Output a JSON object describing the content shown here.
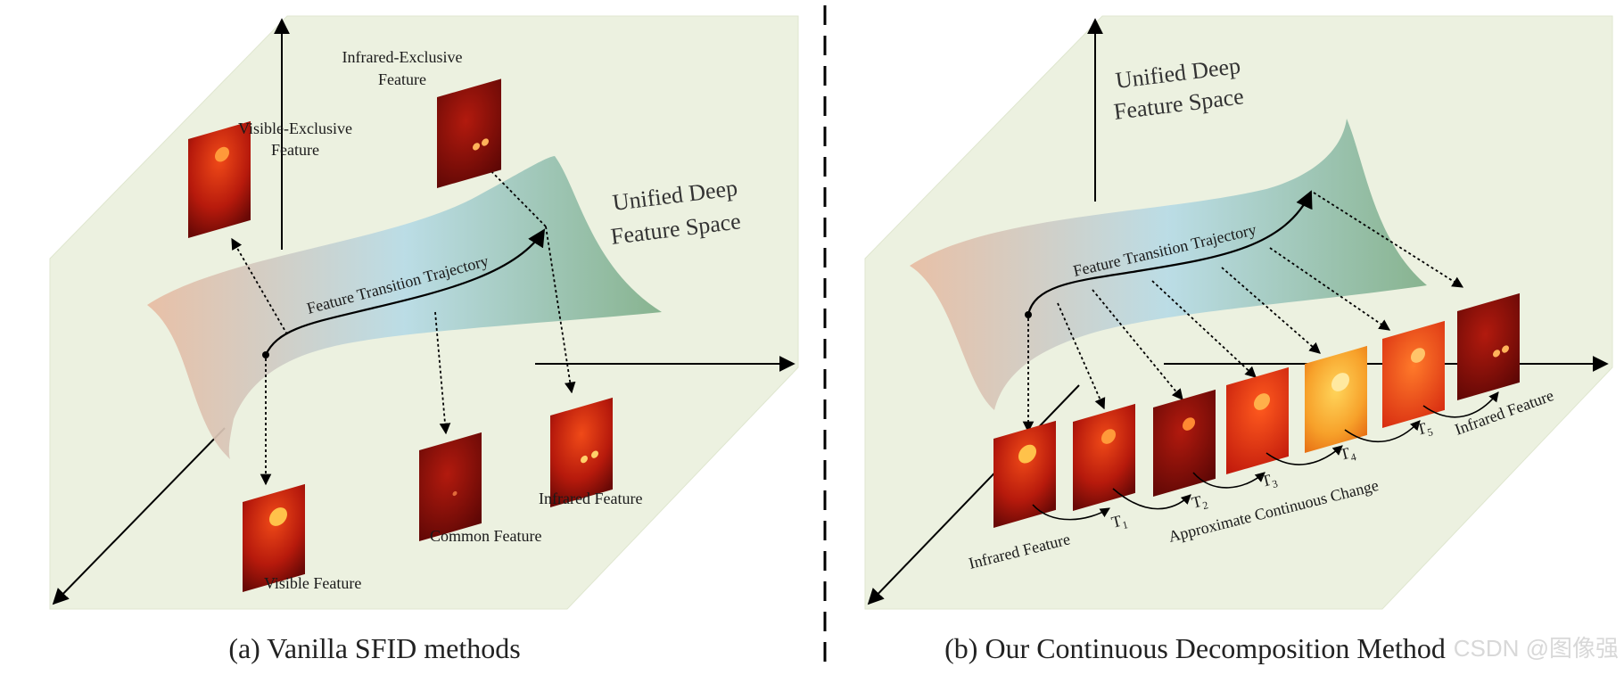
{
  "colors": {
    "plane": "#ecf1e0",
    "plane_edge": "#dfe6cf",
    "surface_left": "#e8bca2",
    "surface_mid": "#b7dbe6",
    "surface_right": "#7fae88",
    "feat_dark": "#7a0c08",
    "feat_mid": "#c8220d",
    "feat_bright": "#f7a12a"
  },
  "icons": {
    "feature_map": "heatmap-tile-icon",
    "arrowhead": "arrowhead-icon"
  },
  "left": {
    "space_title_1": "Unified Deep",
    "space_title_2": "Feature Space",
    "trajectory": "Feature Transition Trajectory",
    "infrared_exclusive_1": "Infrared-Exclusive",
    "infrared_exclusive_2": "Feature",
    "visible_exclusive_1": "Visible-Exclusive",
    "visible_exclusive_2": "Feature",
    "visible_feature": "Visible Feature",
    "common_feature": "Common Feature",
    "infrared_feature": "Infrared Feature",
    "caption": "(a) Vanilla SFID methods"
  },
  "right": {
    "space_title_1": "Unified Deep",
    "space_title_2": "Feature Space",
    "trajectory": "Feature Transition Trajectory",
    "start_feature": "Infrared Feature",
    "end_feature": "Infrared Feature",
    "change": "Approximate Continuous Change",
    "steps": [
      {
        "letter": "T",
        "sub": "1"
      },
      {
        "letter": "T",
        "sub": "2"
      },
      {
        "letter": "T",
        "sub": "3"
      },
      {
        "letter": "T",
        "sub": "4"
      },
      {
        "letter": "T",
        "sub": "5"
      }
    ],
    "caption": "(b) Our Continuous Decomposition Method"
  },
  "watermark": "CSDN @图像强"
}
